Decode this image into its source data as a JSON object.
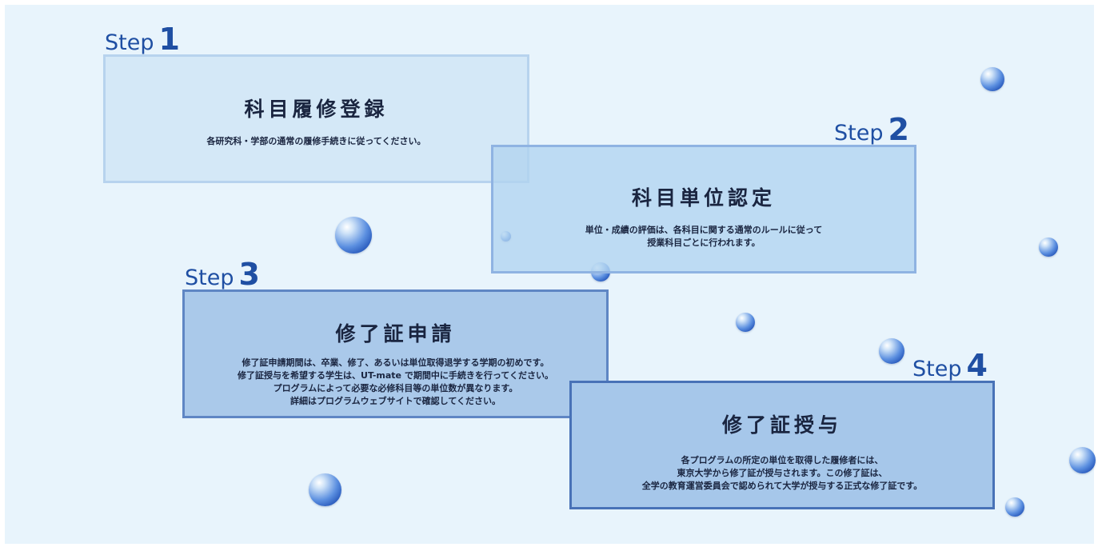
{
  "steps": [
    {
      "word": "Step",
      "number": "1",
      "title": "科目履修登録",
      "lines": [
        "各研究科・学部の通常の履修手続きに従ってください。"
      ]
    },
    {
      "word": "Step",
      "number": "2",
      "title": "科目単位認定",
      "lines": [
        "単位・成績の評価は、各科目に関する通常のルールに従って",
        "授業科目ごとに行われます。"
      ]
    },
    {
      "word": "Step",
      "number": "3",
      "title": "修了証申請",
      "lines": [
        "修了証申請期間は、卒業、修了、あるいは単位取得退学する学期の初めです。",
        "修了証授与を希望する学生は、UT-mate で期間中に手続きを行ってください。",
        "プログラムによって必要な必修科目等の単位数が異なります。",
        "詳細はプログラムウェブサイトで確認してください。"
      ]
    },
    {
      "word": "Step",
      "number": "4",
      "title": "修了証授与",
      "lines": [
        "各プログラムの所定の単位を取得した履修者には、",
        "東京大学から修了証が授与されます。この修了証は、",
        "全学の教育運営委員会で認められて大学が授与する正式な修了証です。"
      ]
    }
  ],
  "colors": {
    "step_label": "#1f4fa3",
    "bubble": "#2a5cc4",
    "background": "#e8f4fc"
  }
}
